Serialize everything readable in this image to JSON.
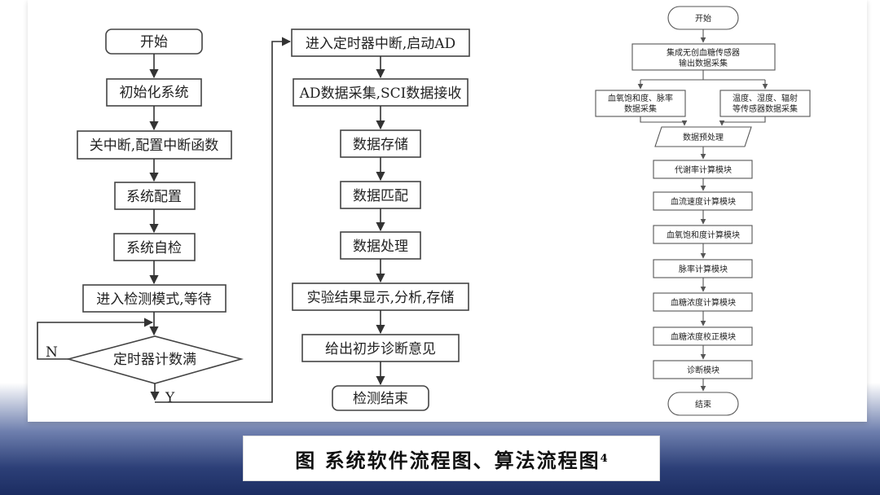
{
  "caption": {
    "text": "图 系统软件流程图、算法流程图",
    "superscript": "4"
  },
  "left_flow": {
    "nodes": {
      "start": "开始",
      "init": "初始化系统",
      "close_int": "关中断,配置中断函数",
      "config": "系统配置",
      "selftest": "系统自检",
      "detect_mode": "进入检测模式,等待",
      "timer_full": "定时器计数满"
    },
    "branch_no": "N",
    "branch_yes": "Y"
  },
  "middle_flow": {
    "nodes": {
      "enter_timer": "进入定时器中断,启动AD",
      "ad_sci": "AD数据采集,SCI数据接收",
      "store": "数据存储",
      "match": "数据匹配",
      "process": "数据处理",
      "display": "实验结果显示,分析,存储",
      "diagnose": "给出初步诊断意见",
      "end": "检测结束"
    }
  },
  "right_flow": {
    "nodes": {
      "start": "开始",
      "integrate_1": "集成无创血糖传感器",
      "integrate_2": "输出数据采集",
      "spo2_1": "血氧饱和度、脉率",
      "spo2_2": "数据采集",
      "temp_1": "温度、湿度、辐射",
      "temp_2": "等传感器数据采集",
      "preprocess": "数据预处理",
      "metabolic": "代谢率计算模块",
      "bloodflow": "血流速度计算模块",
      "spo2_calc": "血氧饱和度计算模块",
      "pulse": "脉率计算模块",
      "glucose_calc": "血糖浓度计算模块",
      "glucose_corr": "血糖浓度校正模块",
      "diagnosis": "诊断模块",
      "end": "结束"
    }
  }
}
